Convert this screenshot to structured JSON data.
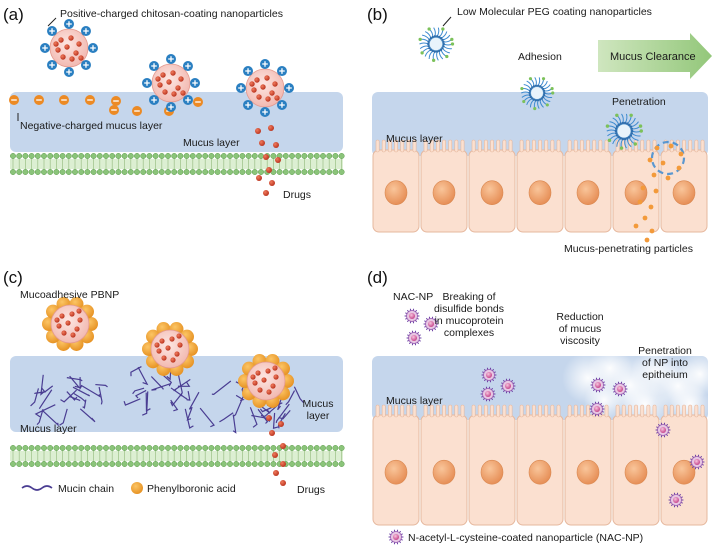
{
  "panels": {
    "a": {
      "tag": "(a)",
      "np_label": "Positive-charged chitosan-coating nanoparticles",
      "neg_label": "Negative-charged mucus layer",
      "mucus_label": "Mucus layer",
      "drugs_label": "Drugs"
    },
    "b": {
      "tag": "(b)",
      "np_label": "Low Molecular PEG coating nanoparticles",
      "adhesion_label": "Adhesion",
      "clearance_label": "Mucus Clearance",
      "penetration_label": "Penetration",
      "mucus_label": "Mucus layer",
      "particles_label": "Mucus-penetrating particles"
    },
    "c": {
      "tag": "(c)",
      "np_label": "Mucoadhesive PBNP",
      "mucus_label": "Mucus layer",
      "mucus_label2_line1": "Mucus",
      "mucus_label2_line2": "layer",
      "legend_mucin": "Mucin chain",
      "legend_pba": "Phenylboronic acid",
      "drugs_label": "Drugs"
    },
    "d": {
      "tag": "(d)",
      "np_label": "NAC-NP",
      "breaking_line1": "Breaking of",
      "breaking_line2": "disulfide bonds",
      "breaking_line3": "in mucoprotein",
      "breaking_line4": "complexes",
      "reduction_line1": "Reduction",
      "reduction_line2": "of mucus",
      "reduction_line3": "viscosity",
      "penetration_line1": "Penetration",
      "penetration_line2": "of NP into",
      "penetration_line3": "epitheium",
      "mucus_label": "Mucus layer",
      "legend": "N-acetyl-L-cysteine-coated nanoparticle (NAC-NP)"
    }
  },
  "colors": {
    "mucus": "#c5d6ec",
    "np_core": "#f6cdc8",
    "drug": "#d4452a",
    "plus": "#2a7fc1",
    "minus": "#ec8a24",
    "membrane": "#8bc47a",
    "cell": "#fbe0d0",
    "nucleus": "#f0a774",
    "pba": "#f3a93c",
    "mucin": "#4a3d92",
    "nac": "#c7428a",
    "arrow": "#a7d28d"
  }
}
